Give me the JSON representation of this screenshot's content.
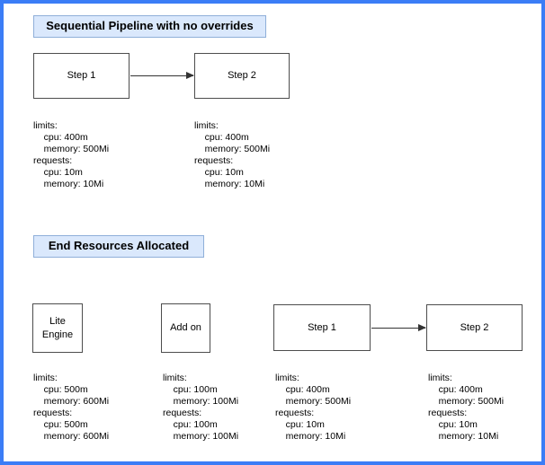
{
  "diagram": {
    "colors": {
      "outer_border": "#3b7df6",
      "title_fill": "#dae8fc",
      "title_border": "#8fafd9",
      "node_border": "#4d4d4d",
      "arrow": "#333333"
    },
    "sections": [
      {
        "title": "Sequential Pipeline with no overrides",
        "nodes": [
          {
            "label": "Step 1"
          },
          {
            "label": "Step 2"
          }
        ],
        "resources": [
          {
            "lines": [
              "limits:",
              "    cpu: 400m",
              "    memory: 500Mi",
              "requests:",
              "    cpu: 10m",
              "    memory: 10Mi"
            ]
          },
          {
            "lines": [
              "limits:",
              "    cpu: 400m",
              "    memory: 500Mi",
              "requests:",
              "    cpu: 10m",
              "    memory: 10Mi"
            ]
          }
        ]
      },
      {
        "title": "End Resources Allocated",
        "nodes": [
          {
            "label": "Lite Engine"
          },
          {
            "label": "Add on"
          },
          {
            "label": "Step 1"
          },
          {
            "label": "Step 2"
          }
        ],
        "resources": [
          {
            "lines": [
              "limits:",
              "    cpu: 500m",
              "    memory: 600Mi",
              "requests:",
              "    cpu: 500m",
              "    memory: 600Mi"
            ]
          },
          {
            "lines": [
              "limits:",
              "    cpu: 100m",
              "    memory: 100Mi",
              "requests:",
              "    cpu: 100m",
              "    memory: 100Mi"
            ]
          },
          {
            "lines": [
              "limits:",
              "    cpu: 400m",
              "    memory: 500Mi",
              "requests:",
              "    cpu: 10m",
              "    memory: 10Mi"
            ]
          },
          {
            "lines": [
              "limits:",
              "    cpu: 400m",
              "    memory: 500Mi",
              "requests:",
              "    cpu: 10m",
              "    memory: 10Mi"
            ]
          }
        ]
      }
    ]
  }
}
